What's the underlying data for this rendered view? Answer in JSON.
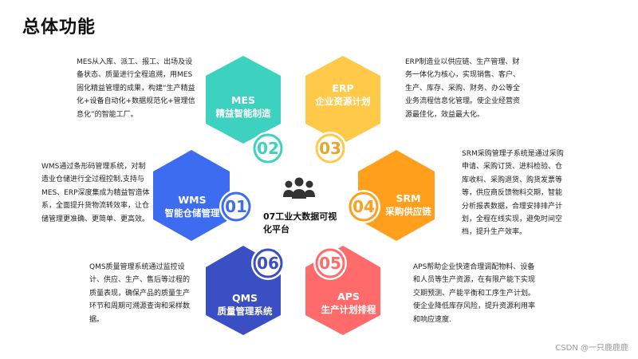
{
  "title": "总体功能",
  "center": {
    "label": "07工业大数据可视化平台",
    "icon": "users-icon"
  },
  "modules": [
    {
      "id": "01",
      "abbr": "WMS",
      "name": "智能仓储管理",
      "color": "#3d6cf0",
      "description": "WMS通过条形码管理系统，对制造业仓储进行全过程控制,支持与MES、ERP深度集成为精益智造体系，全面提升货物流转效率，让仓储管理更准确、更简单、更高效。"
    },
    {
      "id": "02",
      "abbr": "MES",
      "name": "精益智能制造",
      "color": "#3dd1bf",
      "description": "MES从入库、派工、报工、出场及设备状态、质量进行全程追溯，用MES固化精益管理的成果，构建“生产精益化+设备自动化+数据规范化+管理信息化”的智能工厂。"
    },
    {
      "id": "03",
      "abbr": "ERP",
      "name": "企业资源计划",
      "color": "#ffc94a",
      "description": "ERP制造业以供应链、生产管理、财务一体化为核心，实现销售、客户、生产、库存、采购、财务、办公等全业务流程信息化管理。使企业经营资源最佳化，效益最大化。"
    },
    {
      "id": "04",
      "abbr": "SRM",
      "name": "采购供应链",
      "color": "#ff9f1c",
      "description": "SRM采购管理子系统是通过采购申请、采购订货、进料检验、仓库收料、采购退货、购货发票等等，供应商反馈物料交期，智能分析报表数据，合理安排排产计划，全程在线实现，避免时间空档，提升生产效率。"
    },
    {
      "id": "05",
      "abbr": "APS",
      "name": "生产计划排程",
      "color": "#ff6b6b",
      "description": "APS帮助企业快速合理调配物料、设备和人员等生产资源，在有限产能下实现交期预测、产能平衡和工序生产计划。使企业降低库存风险，提升资源利用率和响应速度."
    },
    {
      "id": "06",
      "abbr": "QMS",
      "name": "质量管理系统",
      "color": "#3b4fc4",
      "description": "QMS质量管理系统通过监控设计、供应、生产、售后等过程的质量表现，确保产品的质量生产环节和周期可溯源查询和采样数据。"
    }
  ],
  "watermark": "CSDN @一只鹿鹿鹿"
}
